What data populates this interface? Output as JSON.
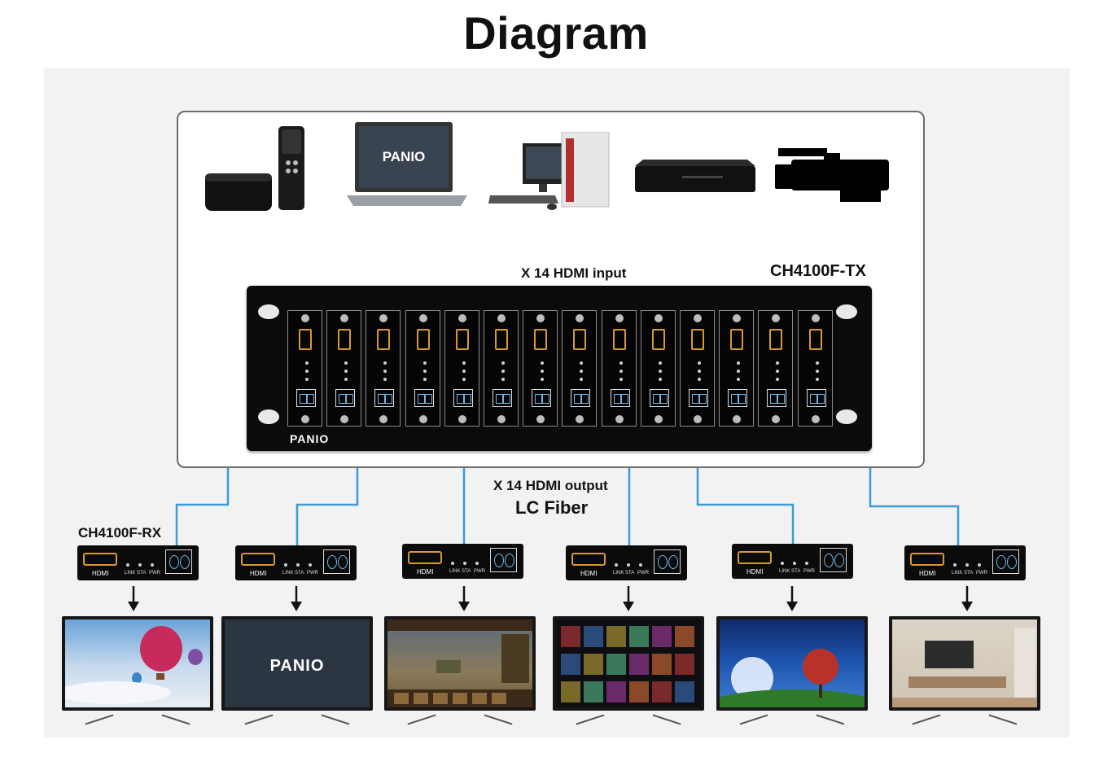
{
  "title": "Diagram",
  "labels": {
    "hdmi_input": "X 14 HDMI input",
    "tx_model": "CH4100F-TX",
    "hdmi_output": "X 14 HDMI output",
    "fiber": "LC Fiber",
    "rx_model": "CH4100F-RX"
  },
  "brand": "PANIO",
  "sources": [
    "apple-tv-icon",
    "laptop-icon",
    "desktop-pc-icon",
    "blu-ray-player-icon",
    "video-camera-icon"
  ],
  "tx_card_count": 14,
  "receiver": {
    "count": 6,
    "port_label": "HDMI",
    "led_labels": [
      "LINK",
      "STA",
      "PWR"
    ]
  },
  "displays": [
    "tv-balloons",
    "tv-panio-logo",
    "tv-game",
    "tv-streaming-menu",
    "tv-tree-night",
    "tv-living-room"
  ],
  "colors": {
    "fiber_line": "#3a9bd5",
    "hdmi_port": "#d89a2c",
    "device_body": "#0b0b0b"
  }
}
